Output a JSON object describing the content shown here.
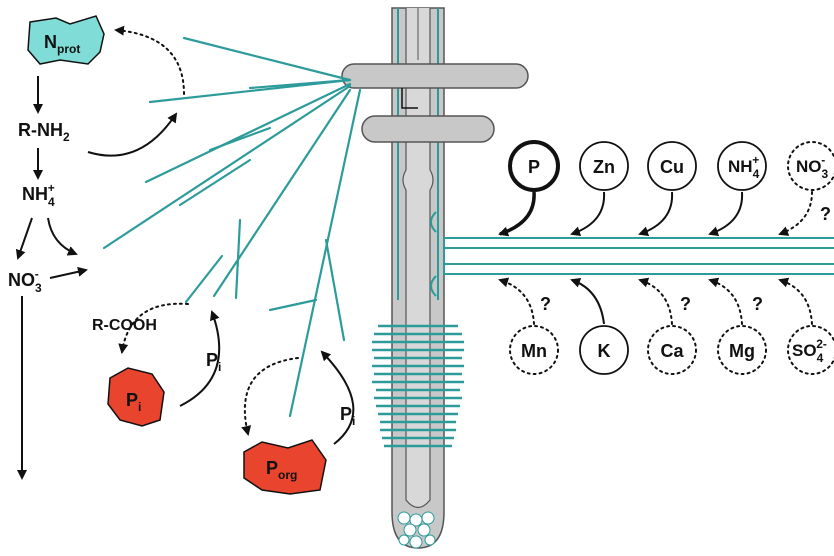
{
  "nitrogen": {
    "nprot": "N",
    "nprot_sub": "prot",
    "rnh2_main": "R-NH",
    "rnh2_sub": "2",
    "nh4_main": "NH",
    "nh4_sub": "4",
    "nh4_sup": "+",
    "no3_main": "NO",
    "no3_sub": "3",
    "no3_sup": "-"
  },
  "phosphorus": {
    "rcooh": "R-COOH",
    "pi_label_1": "P",
    "pi_label_1_sub": "i",
    "pi_blob": "P",
    "pi_blob_sub": "i",
    "pi_label_2": "P",
    "pi_label_2_sub": "i",
    "porg": "P",
    "porg_sub": "org"
  },
  "uptake_top": [
    {
      "id": "p",
      "label": "P",
      "sub": "",
      "sup": "",
      "style": "bold"
    },
    {
      "id": "zn",
      "label": "Zn",
      "sub": "",
      "sup": "",
      "style": "solid"
    },
    {
      "id": "cu",
      "label": "Cu",
      "sub": "",
      "sup": "",
      "style": "solid"
    },
    {
      "id": "nh4",
      "label": "NH",
      "sub": "4",
      "sup": "+",
      "style": "solid"
    },
    {
      "id": "no3",
      "label": "NO",
      "sub": "3",
      "sup": "-",
      "style": "dotted"
    }
  ],
  "uptake_bottom": [
    {
      "id": "mn",
      "label": "Mn",
      "sub": "",
      "sup": "",
      "style": "dotted"
    },
    {
      "id": "k",
      "label": "K",
      "sub": "",
      "sup": "",
      "style": "solid"
    },
    {
      "id": "ca",
      "label": "Ca",
      "sub": "",
      "sup": "",
      "style": "dotted"
    },
    {
      "id": "mg",
      "label": "Mg",
      "sub": "",
      "sup": "",
      "style": "dotted"
    },
    {
      "id": "so4",
      "label": "SO",
      "sub": "4",
      "sup": "2-",
      "style": "dotted"
    }
  ],
  "question_mark": "?",
  "colors": {
    "hypha": "#2e9b9b",
    "nprot_fill": "#7fdcd6",
    "phosphate_fill": "#e8442e",
    "root_fill": "#c8c8c8",
    "root_stroke": "#555555"
  }
}
